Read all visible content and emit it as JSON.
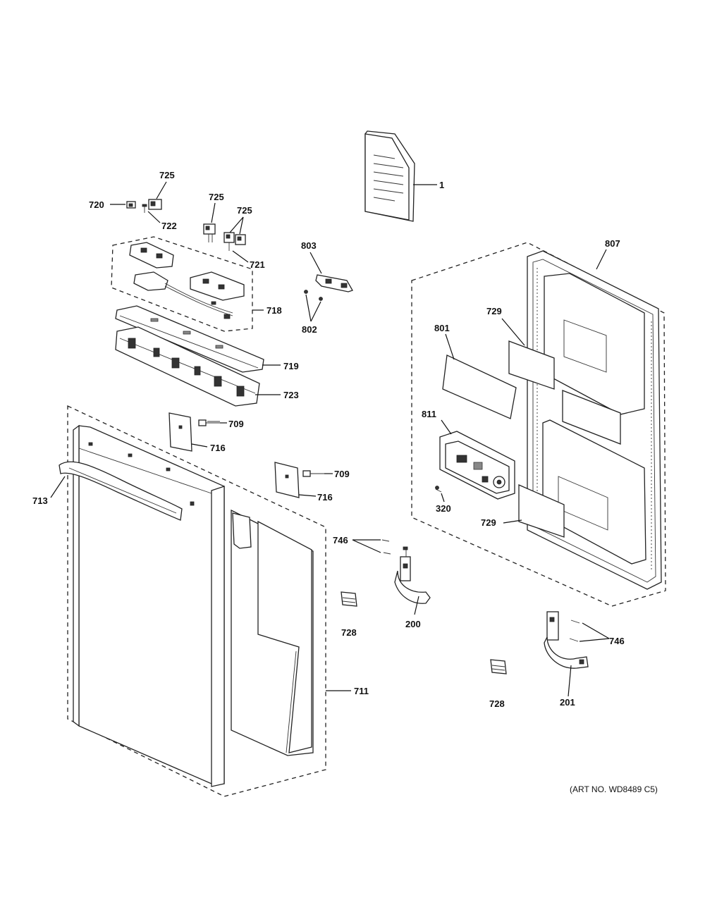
{
  "callouts": {
    "c1": "1",
    "c725a": "725",
    "c720": "720",
    "c722": "722",
    "c725b": "725",
    "c725c": "725",
    "c721": "721",
    "c803": "803",
    "c718": "718",
    "c802": "802",
    "c719": "719",
    "c723": "723",
    "c709a": "709",
    "c716a": "716",
    "c709b": "709",
    "c716b": "716",
    "c713": "713",
    "c711": "711",
    "c807": "807",
    "c729a": "729",
    "c801": "801",
    "c811": "811",
    "c320": "320",
    "c729b": "729",
    "c746a": "746",
    "c728a": "728",
    "c200": "200",
    "c746b": "746",
    "c728b": "728",
    "c201": "201"
  },
  "art_number": "(ART NO. WD8489 C5)"
}
